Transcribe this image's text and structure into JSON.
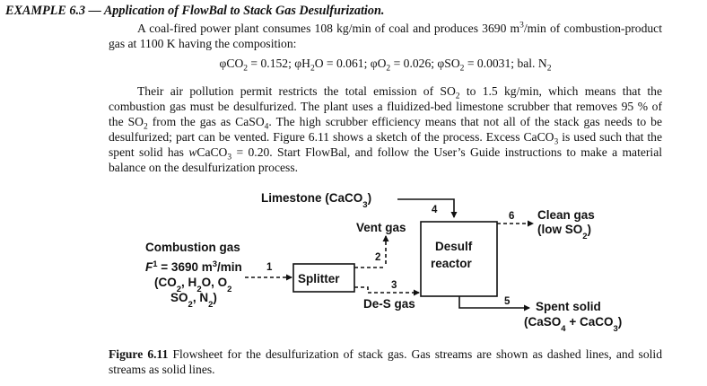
{
  "example": {
    "title": "EXAMPLE 6.3 — Application of FlowBal to Stack Gas Desulfurization."
  },
  "paragraph1": {
    "part1": "A coal-fired power plant consumes 108 kg/min of coal and produces 3690 m",
    "sup": "3",
    "part2": "/min of combustion-product gas at 1100 K having the composition:"
  },
  "composition": {
    "item1_pre": "φCO",
    "item1_sub": "2",
    "item1_val": " = 0.152;  ",
    "item2_pre": "φH",
    "item2_sub": "2",
    "item2_val": "O = 0.061;  ",
    "item3_pre": "φO",
    "item3_sub": "2",
    "item3_val": " = 0.026;  ",
    "item4_pre": "φSO",
    "item4_sub": "2",
    "item4_val": " = 0.0031;  ",
    "bal_pre": "bal. N",
    "bal_sub": "2"
  },
  "paragraph2": {
    "t1": "Their air pollution permit restricts the total emission of SO",
    "s1": "2",
    "t2": " to 1.5 kg/min, which means that the combustion gas must be desulfurized.  The plant uses a fluidized-bed limestone scrubber that removes 95 % of the SO",
    "s2": "2",
    "t3": " from the gas as CaSO",
    "s3": "4",
    "t4": ".  The high scrubber efficiency means that not all of the stack gas needs to be desulfurized; part can be vented.  Figure 6.11 shows a sketch of the process.  Excess CaCO",
    "s4": "3",
    "t5": " is used such that the spent solid has ",
    "t5i": "w",
    "t5b": "CaCO",
    "s5": "3",
    "t6": " = 0.20.  Start FlowBal, and follow the User’s Guide instructions to make a material balance on the desulfurization process."
  },
  "figure": {
    "limestone": {
      "text": "Limestone (CaCO",
      "sub": "3",
      "close": ")"
    },
    "vent_gas": "Vent gas",
    "clean_gas_line1": "Clean gas",
    "clean_gas_line2": {
      "text": "(low SO",
      "sub": "2",
      "close": ")"
    },
    "combustion_gas": "Combustion gas",
    "feed_line": {
      "pre": "F",
      "sup1": "1",
      "mid": " = 3690 m",
      "sup2": "3",
      "post": "/min"
    },
    "composition_line1": {
      "t1": "(CO",
      "s1": "2",
      "t2": ", H",
      "s2": "2",
      "t3": "O, O",
      "s3": "2"
    },
    "composition_line2": {
      "t1": "SO",
      "s1": "2",
      "t2": ", N",
      "s2": "2",
      "t3": ")"
    },
    "splitter": "Splitter",
    "desulf_line1": "Desulf",
    "desulf_line2": "reactor",
    "de_s_gas": "De-S gas",
    "spent_solid": "Spent solid",
    "spent_composition": {
      "t1": "(CaSO",
      "s1": "4",
      "t2": " + CaCO",
      "s2": "3",
      "t3": ")"
    },
    "stream_numbers": [
      "1",
      "2",
      "3",
      "4",
      "5",
      "6"
    ]
  },
  "caption": {
    "label": "Figure 6.11",
    "text": "  Flowsheet for the desulfurization of stack gas.  Gas streams are shown as dashed lines, and solid streams as solid lines."
  }
}
